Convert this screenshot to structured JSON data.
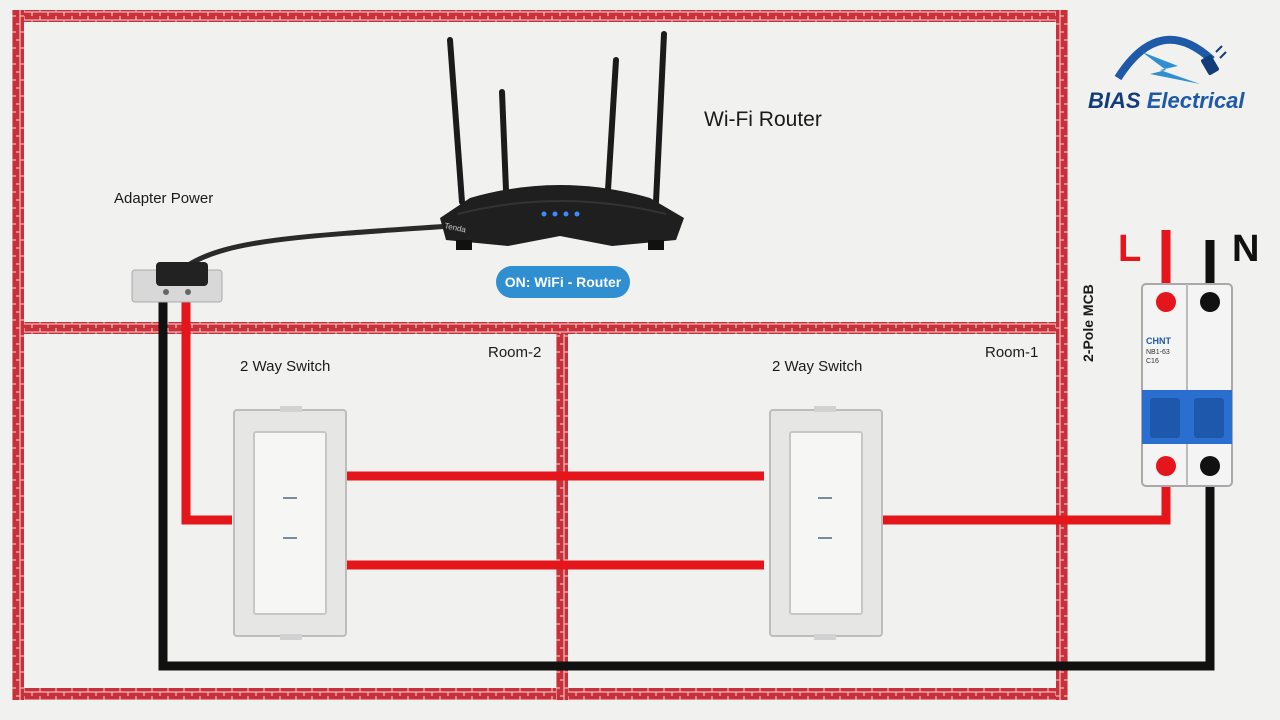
{
  "brand": {
    "name_part1": "BIAS",
    "name_part2": "Electrical",
    "logo_icon": "plug-lightning-logo"
  },
  "router": {
    "title": "Wi-Fi Router",
    "brand_text": "Tenda",
    "status": "ON: WiFi - Router"
  },
  "adapter": {
    "label": "Adapter Power"
  },
  "rooms": [
    {
      "name": "Room-2",
      "switch_label": "2 Way Switch"
    },
    {
      "name": "Room-1",
      "switch_label": "2 Way Switch"
    }
  ],
  "mcb": {
    "label": "2-Pole MCB",
    "brand": "CHNT",
    "model": "NB1-63",
    "rating": "C16"
  },
  "supply": {
    "live": "L",
    "neutral": "N"
  },
  "colors": {
    "live_wire": "#e4161b",
    "neutral_wire": "#111111",
    "brick": "#c8303a",
    "pill": "#2f8fd0",
    "brand_blue": "#1e5aa8"
  }
}
